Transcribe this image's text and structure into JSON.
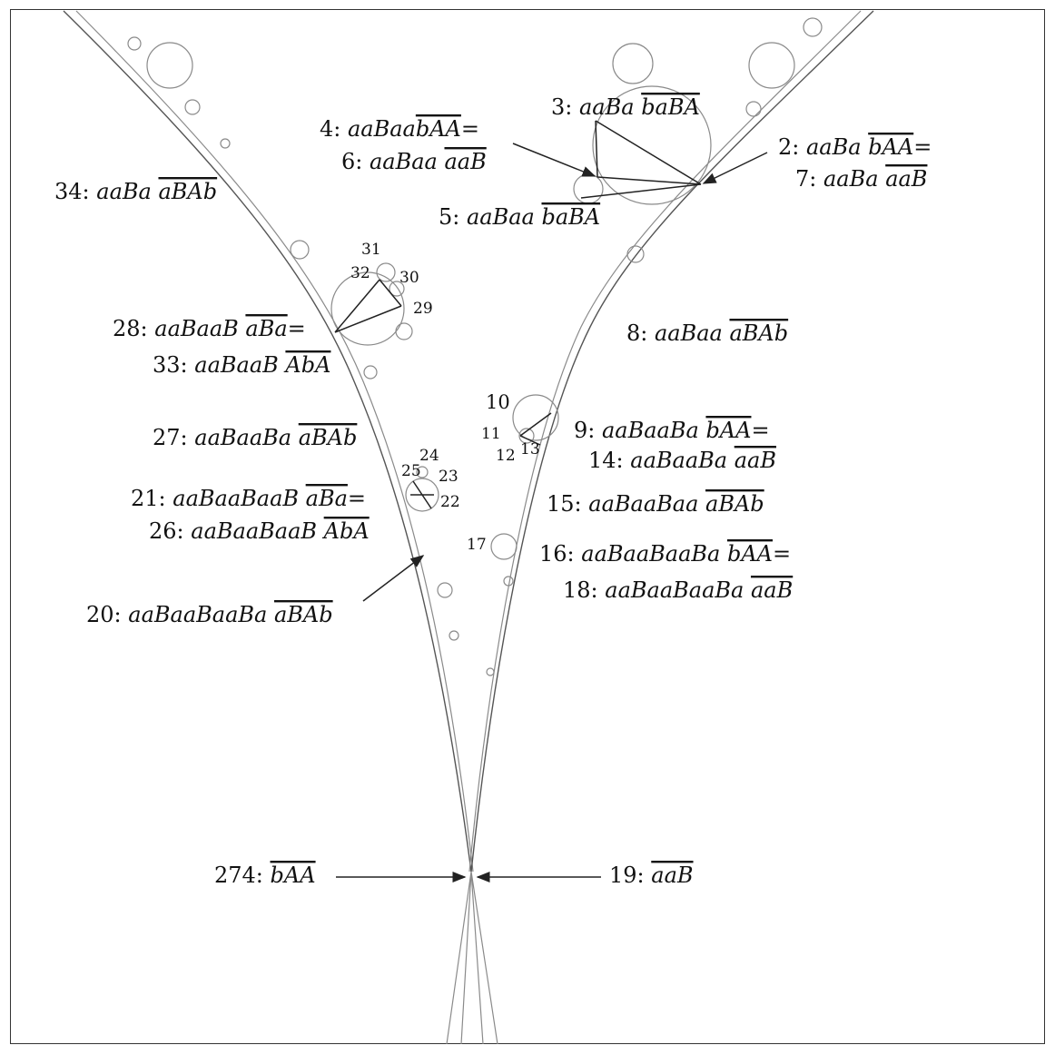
{
  "labels": [
    {
      "id": "l3",
      "num": "3:",
      "plain": "aaBa ",
      "over": "baBA",
      "tail": ""
    },
    {
      "id": "l4",
      "num": "4:",
      "plain": "aaBaa",
      "over": "bAA",
      "tail": "="
    },
    {
      "id": "l6",
      "num": "6:",
      "plain": "aaBaa ",
      "over": "aaB",
      "tail": ""
    },
    {
      "id": "l5",
      "num": "5:",
      "plain": "aaBaa ",
      "over": "baBA",
      "tail": ""
    },
    {
      "id": "l2",
      "num": "2:",
      "plain": "aaBa ",
      "over": "bAA",
      "tail": "="
    },
    {
      "id": "l7",
      "num": "7:",
      "plain": "aaBa ",
      "over": "aaB",
      "tail": ""
    },
    {
      "id": "l34",
      "num": "34:",
      "plain": "aaBa ",
      "over": "aBAb",
      "tail": ""
    },
    {
      "id": "l8",
      "num": "8:",
      "plain": "aaBaa ",
      "over": "aBAb",
      "tail": ""
    },
    {
      "id": "l28",
      "num": "28:",
      "plain": "aaBaaB ",
      "over": "aBa",
      "tail": "="
    },
    {
      "id": "l33",
      "num": "33:",
      "plain": "aaBaaB ",
      "over": "AbA",
      "tail": ""
    },
    {
      "id": "l27",
      "num": "27:",
      "plain": "aaBaaBa ",
      "over": "aBAb",
      "tail": ""
    },
    {
      "id": "l9",
      "num": "9:",
      "plain": "aaBaaBa ",
      "over": "bAA",
      "tail": "="
    },
    {
      "id": "l14",
      "num": "14:",
      "plain": "aaBaaBa ",
      "over": "aaB",
      "tail": ""
    },
    {
      "id": "l21",
      "num": "21:",
      "plain": "aaBaaBaaB ",
      "over": "aBa",
      "tail": "="
    },
    {
      "id": "l26",
      "num": "26:",
      "plain": "aaBaaBaaB ",
      "over": "AbA",
      "tail": ""
    },
    {
      "id": "l15",
      "num": "15:",
      "plain": "aaBaaBaa ",
      "over": "aBAb",
      "tail": ""
    },
    {
      "id": "l16",
      "num": "16:",
      "plain": "aaBaaBaaBa ",
      "over": "bAA",
      "tail": "="
    },
    {
      "id": "l18",
      "num": "18:",
      "plain": "aaBaaBaaBa ",
      "over": "aaB",
      "tail": ""
    },
    {
      "id": "l20",
      "num": "20:",
      "plain": "aaBaaBaaBa ",
      "over": "aBAb",
      "tail": ""
    },
    {
      "id": "l274",
      "num": "274:",
      "plain": "",
      "over": "bAA",
      "tail": ""
    },
    {
      "id": "l19",
      "num": "19:",
      "plain": "",
      "over": "aaB",
      "tail": ""
    }
  ],
  "small_numbers": [
    "31",
    "32",
    "30",
    "29",
    "10",
    "11",
    "12",
    "13",
    "24",
    "25",
    "23",
    "22",
    "17"
  ]
}
